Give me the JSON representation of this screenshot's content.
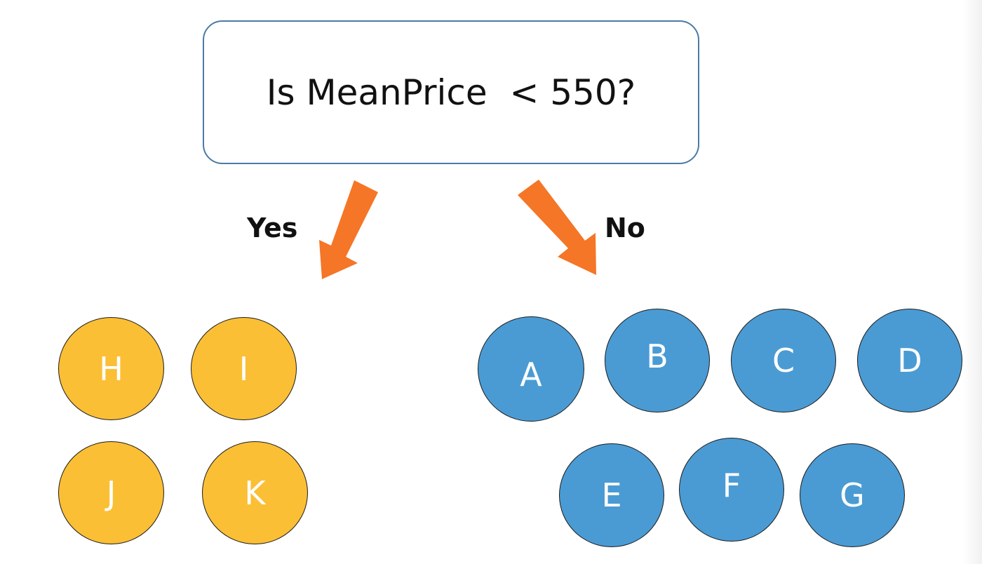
{
  "question": "Is MeanPrice  < 550?",
  "branches": {
    "yes_label": "Yes",
    "no_label": "No"
  },
  "yes_group": {
    "color": "#fbbf35",
    "nodes": [
      "H",
      "I",
      "J",
      "K"
    ]
  },
  "no_group": {
    "color": "#4a9bd4",
    "nodes": [
      "A",
      "B",
      "C",
      "D",
      "E",
      "F",
      "G"
    ]
  },
  "arrow_color": "#f47626"
}
